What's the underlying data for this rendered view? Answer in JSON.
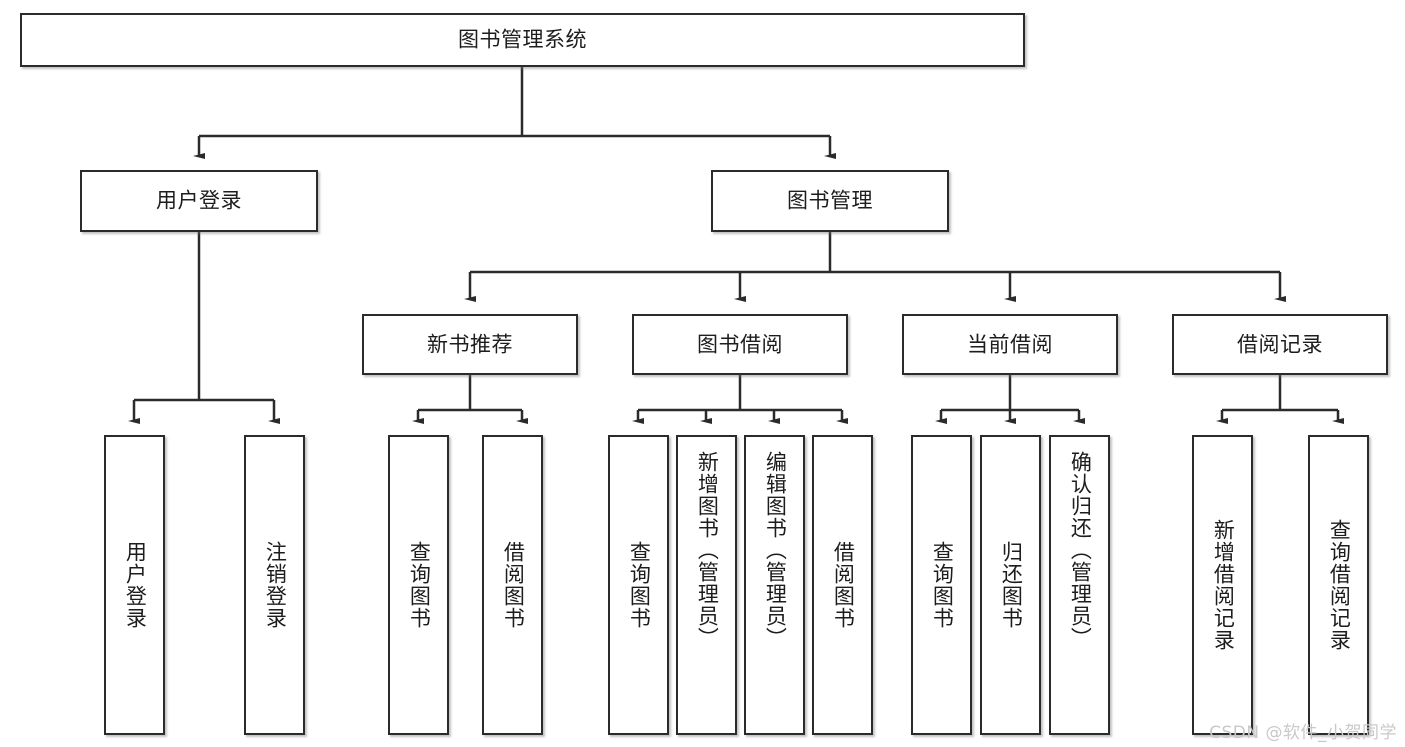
{
  "diagram": {
    "title": "图书管理系统",
    "type": "hierarchy-tree",
    "watermark": "CSDN @软件_小贺同学",
    "colors": {
      "stroke": "#2b2b2b",
      "fill": "#ffffff",
      "text": "#1d1d1d",
      "watermark": "#c9c9c9"
    },
    "levels": {
      "root": {
        "label": "图书管理系统"
      },
      "level2": [
        {
          "label": "用户登录"
        },
        {
          "label": "图书管理"
        }
      ],
      "level3": [
        {
          "label": "新书推荐"
        },
        {
          "label": "图书借阅"
        },
        {
          "label": "当前借阅"
        },
        {
          "label": "借阅记录"
        }
      ],
      "leaves_user_login": [
        {
          "label": "用户登录"
        },
        {
          "label": "注销登录"
        }
      ],
      "leaves_new_books": [
        {
          "label": "查询图书"
        },
        {
          "label": "借阅图书"
        }
      ],
      "leaves_borrow": [
        {
          "label": "查询图书"
        },
        {
          "label": "新增图书（管理员）"
        },
        {
          "label": "编辑图书（管理员）"
        },
        {
          "label": "借阅图书"
        }
      ],
      "leaves_current": [
        {
          "label": "查询图书"
        },
        {
          "label": "归还图书"
        },
        {
          "label": "确认归还（管理员）"
        }
      ],
      "leaves_records": [
        {
          "label": "新增借阅记录"
        },
        {
          "label": "查询借阅记录"
        }
      ]
    }
  }
}
